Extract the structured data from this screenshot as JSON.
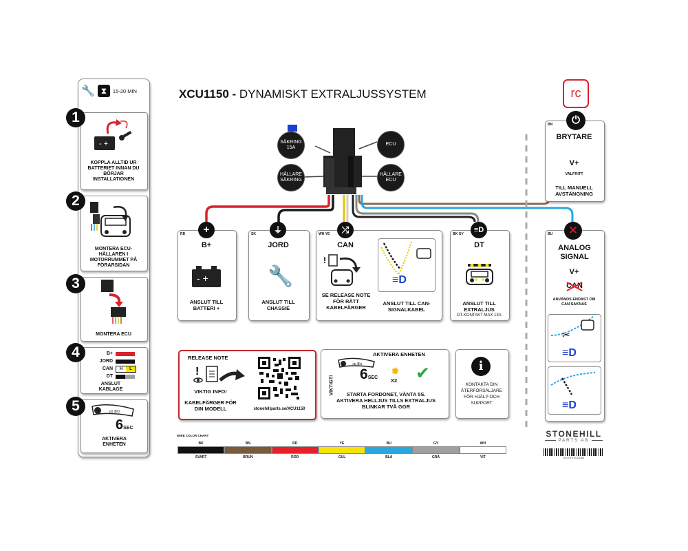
{
  "title": {
    "model": "XCU1150",
    "dash": " - ",
    "name": "DYNAMISKT EXTRALJUSSYSTEM"
  },
  "logo": "rc",
  "sidebar": {
    "time": "15-20 MIN",
    "steps": [
      {
        "num": "1",
        "text": "KOPPLA ALLTID UR BATTERIET INNAN DU BÖRJAR INSTALLATIONEN"
      },
      {
        "num": "2",
        "text": "MONTERA ECU-HÅLLAREN I MOTORRUMMET PÅ FÖRARSIDAN"
      },
      {
        "num": "3",
        "text": "MONTERA ECU"
      },
      {
        "num": "4",
        "text": "ANSLUT KABLAGE",
        "legend": [
          {
            "label": "B+"
          },
          {
            "label": "JORD"
          },
          {
            "label": "CAN",
            "h": "H",
            "l": "L"
          },
          {
            "label": "DT"
          }
        ]
      },
      {
        "num": "5",
        "text": "AKTIVERA ENHETEN",
        "timer": "6",
        "unit": "SEC"
      }
    ]
  },
  "hub": {
    "fuse": "SÄKRING 15A",
    "ecu": "ECU",
    "holder_left": "HÅLLARE SÄKRING",
    "holder_right": "HÅLLARE ECU"
  },
  "cards": {
    "bplus": {
      "tag": "RD",
      "title": "B+",
      "text": "ANSLUT TILL BATTERI +"
    },
    "jord": {
      "tag": "SK",
      "title": "JORD",
      "text": "ANSLUT TILL CHASSIE"
    },
    "can": {
      "tag": "WH YE",
      "title": "CAN",
      "note": "SE RELEASE NOTE FÖR RÄTT KABELFÄRGER",
      "text": "ANSLUT TILL CAN-SIGNALKABEL"
    },
    "dt": {
      "tag": "BK GY",
      "title": "DT",
      "text": "ANSLUT TILL EXTRALJUS",
      "sub": "DT-KONTAKT MAX 13A"
    },
    "brytare": {
      "tag": "BN",
      "title": "BRYTARE",
      "v": "V+",
      "opt": "VALFRITT",
      "text": "TILL MANUELL AVSTÄNGNING"
    },
    "analog": {
      "tag": "BU",
      "title": "ANALOG SIGNAL",
      "v": "V+",
      "can": "CAN",
      "text": "ANVÄNDS ENDAST OM CAN SAKNAS"
    }
  },
  "release": {
    "title": "RELEASE NOTE",
    "info": "VIKTIG INFO!",
    "text": "KABELFÄRGER FÖR DIN MODELL",
    "url": "stonehillparts.se/XCU1150"
  },
  "activate": {
    "side": "VIKTIGT!",
    "title": "AKTIVERA ENHETEN",
    "timer": "6",
    "unit": "SEC",
    "times": "X2",
    "text": "STARTA FORDONET, VÄNTA 5S. AKTIVERA HELLJUS TILLS EXTRALJUS BLINKAR TVÅ GGR"
  },
  "contact": {
    "text": "KONTAKTA DIN ÅTERFÖRSÄLJARE FÖR HJÄLP OCH SUPPORT"
  },
  "wirechart": {
    "title": "WIRE COLOR CHART",
    "items": [
      {
        "code": "BK",
        "name": "SVART",
        "color": "#111111"
      },
      {
        "code": "BN",
        "name": "BRUN",
        "color": "#7a5a3c"
      },
      {
        "code": "RD",
        "name": "RÖD",
        "color": "#e8202a"
      },
      {
        "code": "YE",
        "name": "GUL",
        "color": "#f7e200"
      },
      {
        "code": "BU",
        "name": "BLÅ",
        "color": "#29a8e0"
      },
      {
        "code": "GY",
        "name": "GRÅ",
        "color": "#a0a0a0"
      },
      {
        "code": "WH",
        "name": "VIT",
        "color": "#ffffff"
      }
    ]
  },
  "brand": {
    "name": "STONEHILL",
    "sub": "PARTS AB",
    "barcode": "STOXTH XCU1150"
  },
  "colors": {
    "red": "#d9232a",
    "blue": "#1a3fd1",
    "lightblue": "#29a8e0",
    "brown": "#8b6a4a",
    "gray": "#b0b0b0"
  }
}
